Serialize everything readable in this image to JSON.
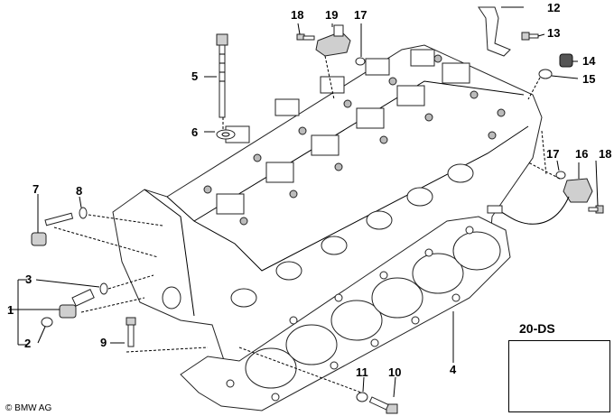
{
  "callouts": {
    "c1": "1",
    "c2": "2",
    "c3": "3",
    "c4": "4",
    "c5": "5",
    "c6": "6",
    "c7": "7",
    "c8": "8",
    "c9": "9",
    "c10": "10",
    "c11": "11",
    "c12": "12",
    "c13": "13",
    "c14": "14",
    "c15": "15",
    "c16": "16",
    "c17a": "17",
    "c17b": "17",
    "c18a": "18",
    "c18b": "18",
    "c19": "19"
  },
  "section_code": "20-DS",
  "copyright": "© BMW AG"
}
